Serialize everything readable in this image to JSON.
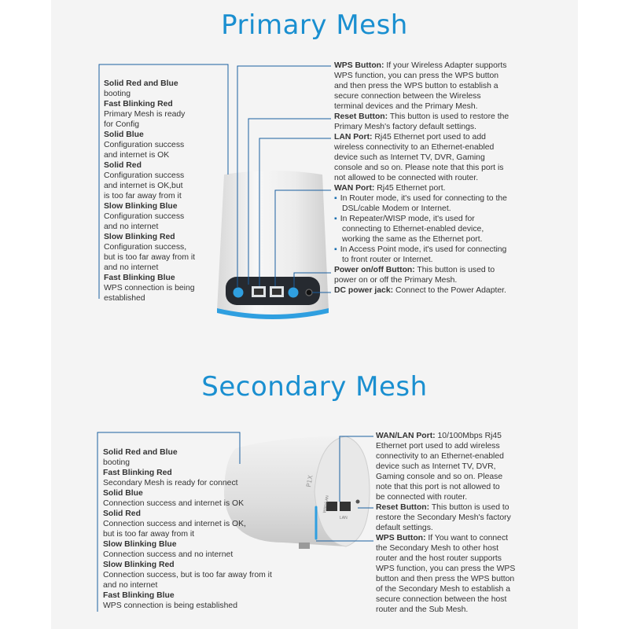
{
  "primary": {
    "title": "Primary Mesh",
    "leds": [
      {
        "name": "Solid Red and Blue",
        "desc": [
          "booting"
        ]
      },
      {
        "name": "Fast Blinking Red",
        "desc": [
          "Primary  Mesh is ready",
          "for Config"
        ]
      },
      {
        "name": "Solid Blue",
        "desc": [
          "Configuration success",
          "and internet is OK"
        ]
      },
      {
        "name": "Solid Red",
        "desc": [
          "Configuration success",
          "and internet is OK,but",
          "is too far away from it"
        ]
      },
      {
        "name": "Slow Blinking Blue",
        "desc": [
          "Configuration success",
          "and no internet"
        ]
      },
      {
        "name": "Slow Blinking Red",
        "desc": [
          "Configuration success,",
          "but is too far away from it",
          "and no internet"
        ]
      },
      {
        "name": "Fast Blinking Blue",
        "desc": [
          "WPS connection is being",
          "established"
        ]
      }
    ],
    "wps": {
      "label": "WPS Button:",
      "lines": [
        " If your Wireless Adapter supports",
        "WPS function, you can press the WPS button",
        "and then press the WPS button to establish a",
        "secure connection between the Wireless",
        "terminal devices and the Primary Mesh."
      ]
    },
    "reset": {
      "label": "Reset Button:",
      "lines": [
        " This button is used to restore the",
        "Primary Mesh's factory default settings."
      ]
    },
    "lan": {
      "label": "LAN Port:",
      "lines": [
        " Rj45 Ethernet port used to add",
        "wireless connectivity to an Ethernet-enabled",
        "device such as Internet TV, DVR, Gaming",
        "console and so on. Please note that this port is",
        "not allowed to be connected with router."
      ]
    },
    "wan": {
      "label": "WAN Port:",
      "lines": [
        " Rj45 Ethernet port."
      ]
    },
    "wan_bullets": [
      [
        "In Router mode, it's used for connecting to the",
        "DSL/cable Modem or Internet."
      ],
      [
        "In Repeater/WISP mode, it's used for",
        "connecting to Ethernet-enabled device,",
        "working the same as the Ethernet port."
      ],
      [
        "In Access Point mode, it's used for connecting",
        "to front router or Internet."
      ]
    ],
    "power": {
      "label": "Power on/off Button:",
      "lines": [
        " This button is used to",
        "power on or off the Primary Mesh."
      ]
    },
    "dc": {
      "label": "DC power jack:",
      "lines": [
        " Connect to the Power Adapter."
      ]
    }
  },
  "secondary": {
    "title": "Secondary Mesh",
    "leds": [
      {
        "name": "Solid Red and Blue",
        "desc": [
          "booting"
        ]
      },
      {
        "name": "Fast Blinking Red",
        "desc": [
          "Secondary Mesh is ready for connect"
        ]
      },
      {
        "name": "Solid Blue",
        "desc": [
          "Connection success and internet is OK"
        ]
      },
      {
        "name": "Solid Red",
        "desc": [
          "Connection success and internet is OK,",
          "but is too far away from it"
        ]
      },
      {
        "name": "Slow Blinking Blue",
        "desc": [
          "Connection success and no internet"
        ]
      },
      {
        "name": "Slow Blinking Red",
        "desc": [
          "Connection success, but is too far away from it",
          "and no internet"
        ]
      },
      {
        "name": "Fast Blinking Blue",
        "desc": [
          "WPS connection is being established"
        ]
      }
    ],
    "wanlan": {
      "label": "WAN/LAN Port:",
      "lines": [
        " 10/100Mbps Rj45",
        "Ethernet port used to add wireless",
        "connectivity to an Ethernet-enabled",
        "device such as Internet TV, DVR,",
        "Gaming console and so on. Please",
        "note that this port is not allowed to",
        "be connected with router."
      ]
    },
    "reset": {
      "label": "Reset Button:",
      "lines": [
        " This button is used to",
        "restore the Secondary Mesh's factory",
        "default settings."
      ]
    },
    "wps": {
      "label": "WPS Button:",
      "lines": [
        " If You want to connect",
        "the Secondary Mesh to other host",
        "router and the host router supports",
        "WPS function, you can press the WPS",
        "button and then press the WPS button",
        "of the Secondary Mesh to establish a",
        "secure connection between the host",
        "router and the Sub Mesh."
      ]
    },
    "device_label": "P1X",
    "port_labels": [
      "WAN/LAN",
      "LAN"
    ]
  },
  "colors": {
    "accent": "#1a8fd0",
    "device_blue": "#2f9fe0",
    "line": "#1a5fa0"
  }
}
